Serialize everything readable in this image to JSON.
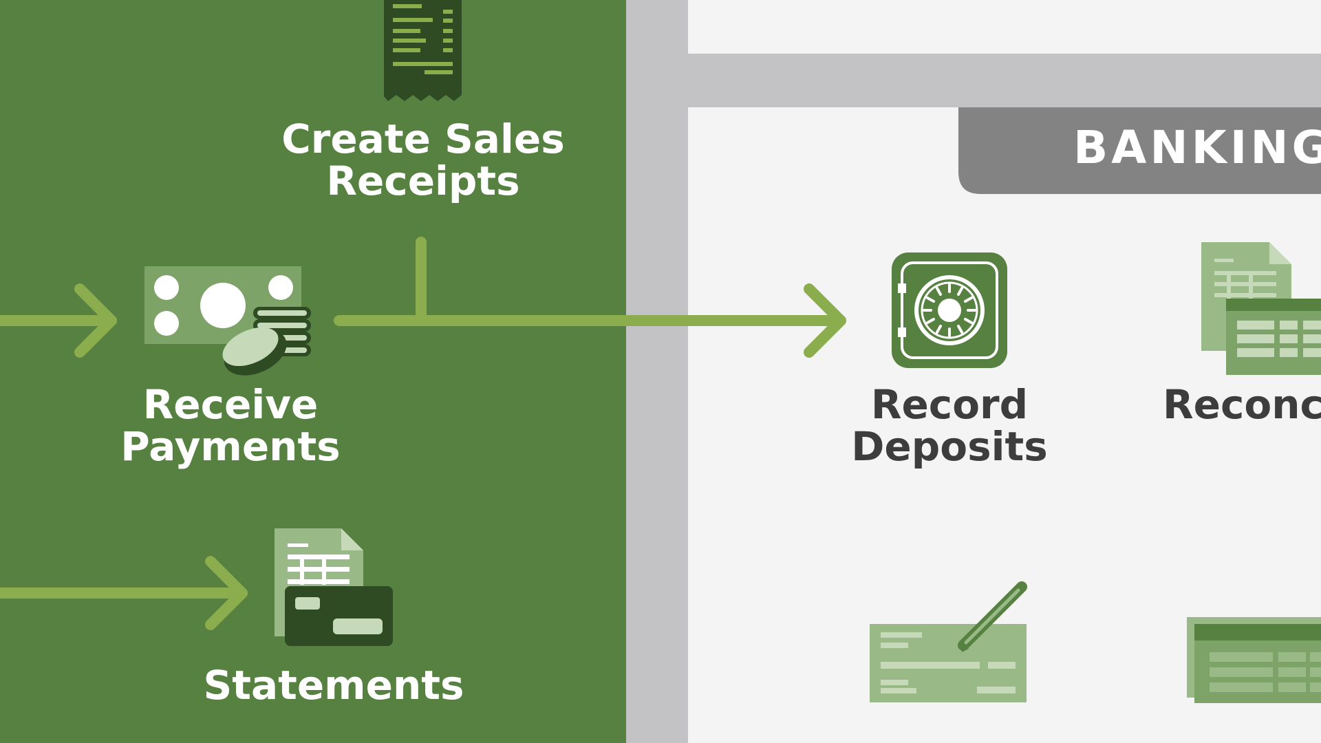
{
  "colors": {
    "section_green": "#568140",
    "arrow_green": "#8bad4e",
    "dark_green": "#2e4b23",
    "mid_green": "#7da368",
    "pale_green": "#c6d9b8",
    "icon_green": "#99ba86",
    "divider_gray": "#c3c2c4",
    "banner_gray": "#838383",
    "background": "#f4f4f4",
    "dark_text": "#3d3d3d"
  },
  "banking": {
    "title": "BANKING"
  },
  "steps": {
    "create_sales_receipts": {
      "label": "Create Sales\nReceipts",
      "icon": "receipt-icon"
    },
    "receive_payments": {
      "label": "Receive\nPayments",
      "icon": "cash-coins-icon"
    },
    "statements": {
      "label": "Statements",
      "icon": "statement-card-icon"
    },
    "record_deposits": {
      "label": "Record\nDeposits",
      "icon": "safe-icon"
    },
    "reconcile": {
      "label": "Reconci",
      "icon": "reconcile-sheet-icon"
    },
    "write_checks": {
      "icon": "check-pencil-icon"
    },
    "register": {
      "icon": "register-table-icon"
    }
  }
}
